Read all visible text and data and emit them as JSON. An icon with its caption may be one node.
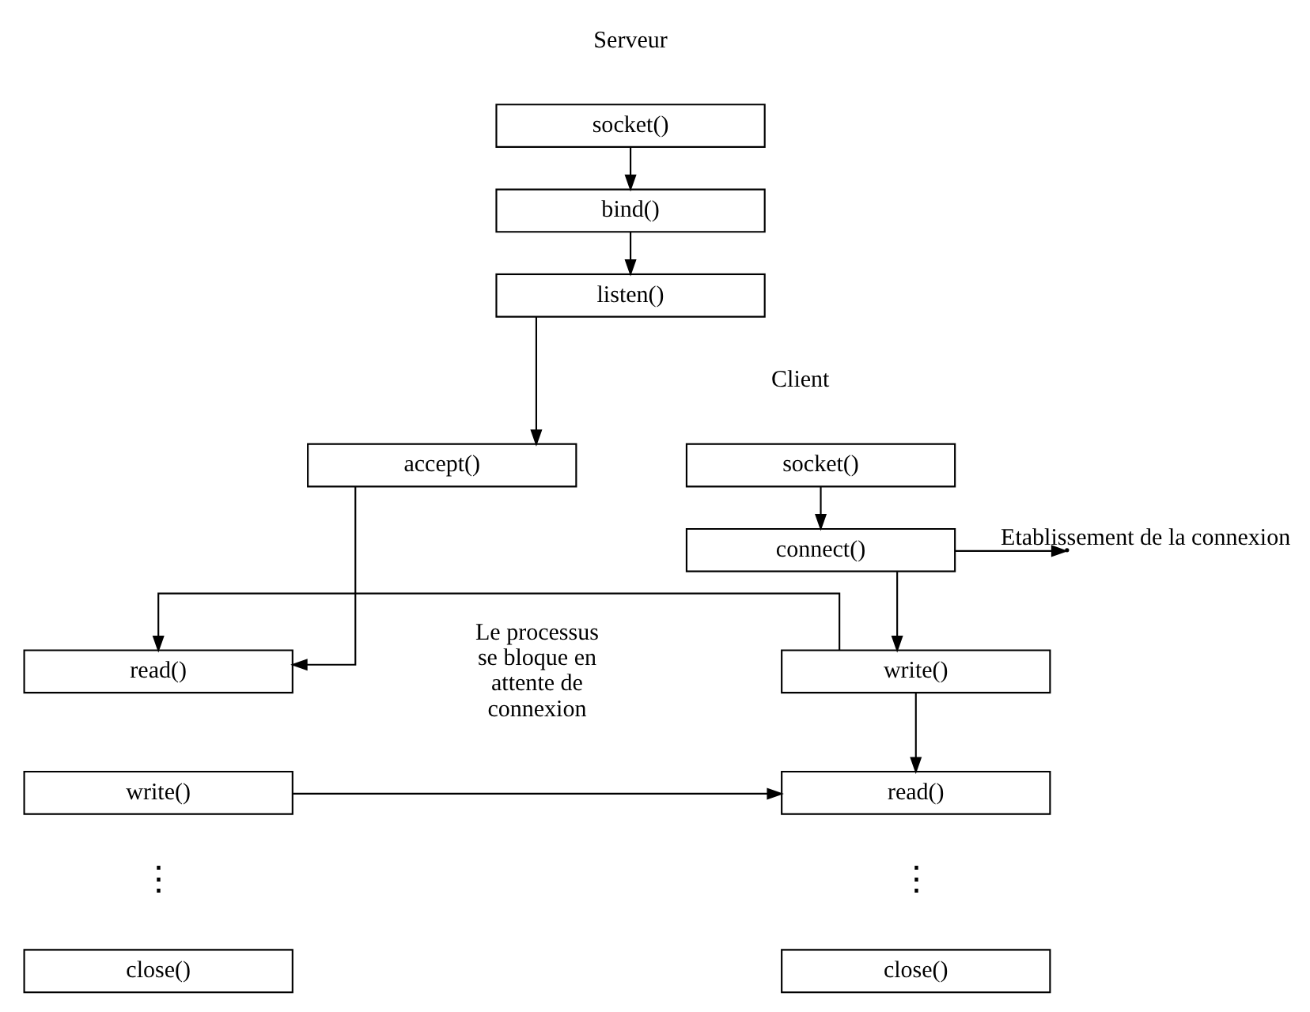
{
  "diagram": {
    "nodes": [
      {
        "text": [
          "socket()"
        ]
      },
      {
        "text": [
          "bind()"
        ]
      },
      {
        "text": [
          "listen()"
        ]
      },
      {
        "text": [
          "accept()"
        ]
      },
      {
        "text": [
          "read()"
        ]
      },
      {
        "text": [
          "write()"
        ]
      },
      {
        "text": [
          "close()"
        ]
      },
      {
        "text": [
          "socket()"
        ]
      },
      {
        "text": [
          "connect()"
        ]
      },
      {
        "text": [
          "write()"
        ]
      },
      {
        "text": [
          "read()"
        ]
      },
      {
        "text": [
          "close()"
        ]
      }
    ],
    "edges": [
      {
        "from": 0,
        "to": 1,
        "arrow": "to"
      },
      {
        "from": 1,
        "to": 2,
        "arrow": "to"
      },
      {
        "from": 2,
        "to": 3,
        "arrow": "to"
      },
      {
        "from": 3,
        "to": 4,
        "arrow": "to"
      },
      {
        "from": 8,
        "to": null,
        "arrow": "to",
        "label": "Etablissement de la connexion"
      },
      {
        "from": 7,
        "to": 8,
        "arrow": "to"
      },
      {
        "from": 8,
        "to": 9,
        "arrow": "to"
      },
      {
        "from": 9,
        "to": 4,
        "arrow": "to"
      },
      {
        "from": 9,
        "to": 10,
        "arrow": "to"
      },
      {
        "from": 5,
        "to": 10,
        "arrow": "to"
      }
    ],
    "labels": [
      "Serveur",
      "Client",
      "Le processus se bloque en attente de connexion",
      "⋮",
      "⋮"
    ]
  }
}
